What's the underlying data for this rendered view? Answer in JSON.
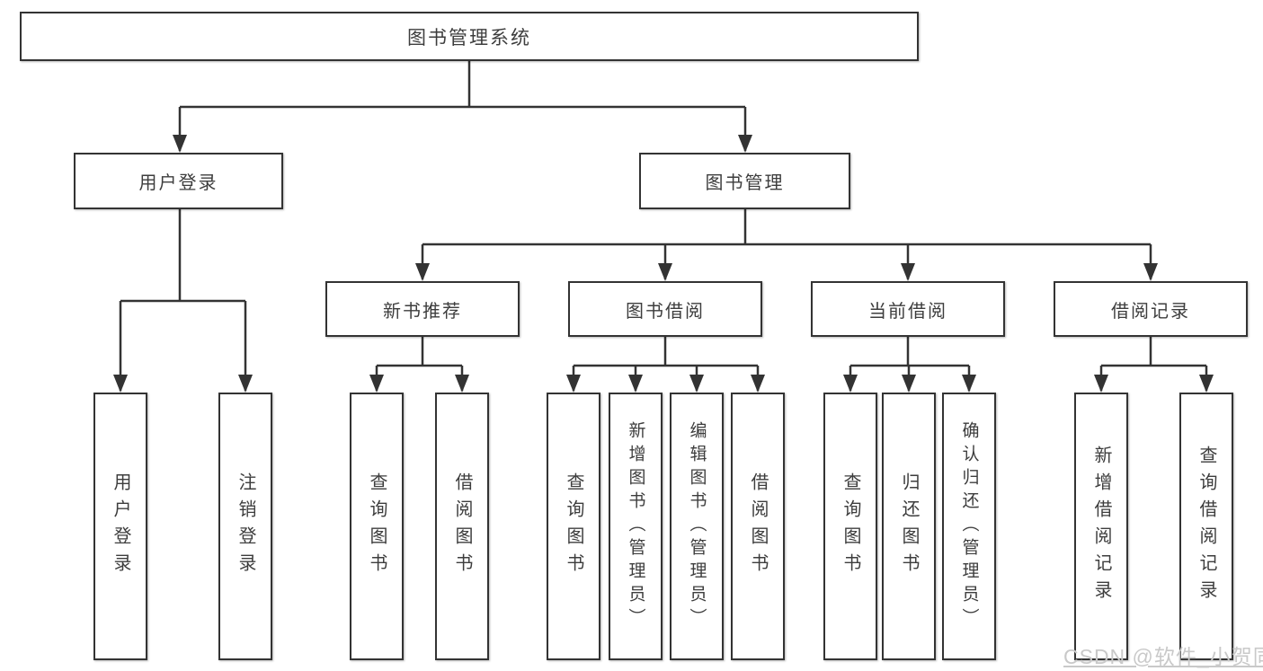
{
  "diagram": {
    "type": "hierarchy-tree",
    "tree": {
      "label": "图书管理系统",
      "children": [
        {
          "label": "用户登录",
          "children": [
            {
              "label": "用户登录"
            },
            {
              "label": "注销登录"
            }
          ]
        },
        {
          "label": "图书管理",
          "children": [
            {
              "label": "新书推荐",
              "children": [
                {
                  "label": "查询图书"
                },
                {
                  "label": "借阅图书"
                }
              ]
            },
            {
              "label": "图书借阅",
              "children": [
                {
                  "label": "查询图书"
                },
                {
                  "label": "新增图书（管理员）"
                },
                {
                  "label": "编辑图书（管理员）"
                },
                {
                  "label": "借阅图书"
                }
              ]
            },
            {
              "label": "当前借阅",
              "children": [
                {
                  "label": "查询图书"
                },
                {
                  "label": "归还图书"
                },
                {
                  "label": "确认归还（管理员）"
                }
              ]
            },
            {
              "label": "借阅记录",
              "children": [
                {
                  "label": "新增借阅记录"
                },
                {
                  "label": "查询借阅记录"
                }
              ]
            }
          ]
        }
      ]
    },
    "colors": {
      "line": "#333333",
      "box_border": "#333333",
      "text": "#3d3d3d",
      "background": "#ffffff",
      "watermark": "#c9c9c9"
    }
  },
  "watermark": {
    "text": "CSDN @软件_小贺同学"
  }
}
